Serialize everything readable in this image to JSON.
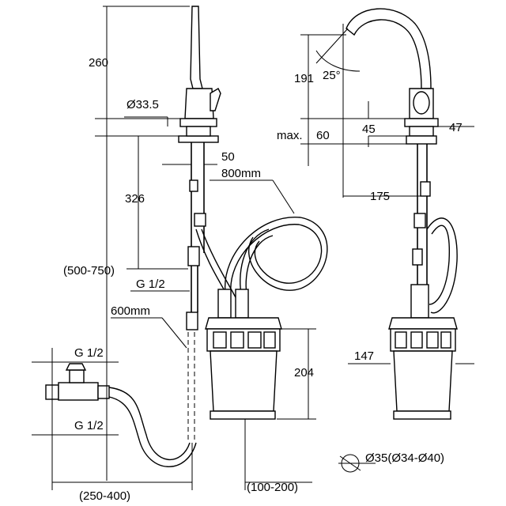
{
  "diagram": {
    "labels": {
      "height_260": "260",
      "diameter_33_5": "Ø33.5",
      "width_50": "50",
      "hose_800mm": "800mm",
      "height_326": "326",
      "range_500_750": "(500-750)",
      "thread_top": "G 1/2",
      "hose_600mm": "600mm",
      "thread_mid": "G 1/2",
      "thread_bottom": "G 1/2",
      "range_250_400": "(250-400)",
      "range_100_200": "(100-200)",
      "height_204": "204",
      "height_191": "191",
      "angle_25": "25°",
      "max_label": "max.",
      "max_60": "60",
      "width_45": "45",
      "width_47": "47",
      "reach_175": "175",
      "width_147": "147",
      "hole_diameter": "Ø35(Ø34-Ø40)"
    }
  }
}
